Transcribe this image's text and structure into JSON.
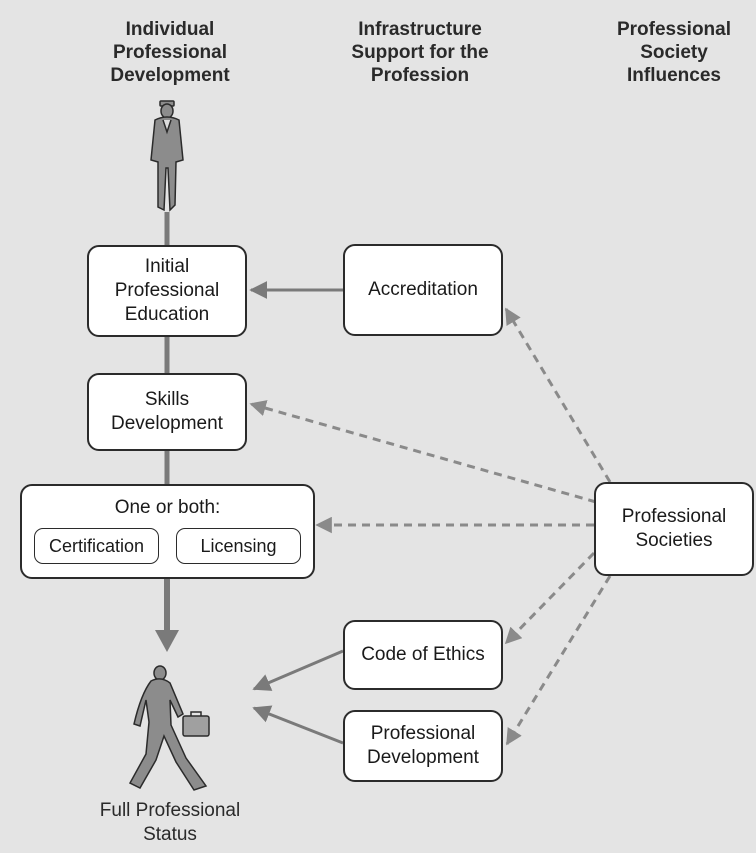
{
  "columns": {
    "individual": "Individual\nProfessional\nDevelopment",
    "infrastructure": "Infrastructure\nSupport for the\nProfession",
    "society": "Professional\nSociety\nInfluences"
  },
  "boxes": {
    "initial_education": "Initial\nProfessional\nEducation",
    "skills": "Skills\nDevelopment",
    "one_or_both": "One or both:",
    "certification": "Certification",
    "licensing": "Licensing",
    "accreditation": "Accreditation",
    "professional_societies": "Professional\nSocieties",
    "code_of_ethics": "Code of Ethics",
    "professional_development": "Professional\nDevelopment"
  },
  "captions": {
    "full_status": "Full Professional\nStatus"
  },
  "icons": {
    "top_figure": "standing-person-icon",
    "bottom_figure": "walking-person-with-briefcase-icon"
  },
  "colors": {
    "background": "#e4e4e4",
    "connector": "#7a7a7a",
    "figure": "#8c8c8c"
  }
}
